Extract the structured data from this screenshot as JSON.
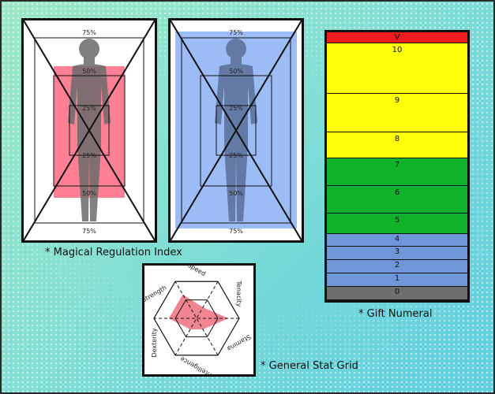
{
  "regulation": {
    "caption": "* Magical Regulation Index",
    "percent_labels": [
      "75%",
      "50%",
      "25%",
      "25%",
      "50%",
      "75%"
    ],
    "left_fill": "#ff7f95",
    "right_fill": "#9dbcf6"
  },
  "gift": {
    "caption": "* Gift Numeral",
    "rows": [
      {
        "label": "V",
        "color": "#ee1c1c"
      },
      {
        "label": "10",
        "color": "#ffff0a"
      },
      {
        "label": "9",
        "color": "#ffff0a"
      },
      {
        "label": "8",
        "color": "#ffff0a"
      },
      {
        "label": "7",
        "color": "#0eb32a"
      },
      {
        "label": "6",
        "color": "#0eb32a"
      },
      {
        "label": "5",
        "color": "#0eb32a"
      },
      {
        "label": "4",
        "color": "#6f96d8"
      },
      {
        "label": "3",
        "color": "#6f96d8"
      },
      {
        "label": "2",
        "color": "#6f96d8"
      },
      {
        "label": "1",
        "color": "#6f96d8"
      },
      {
        "label": "0",
        "color": "#6e6e6e"
      }
    ]
  },
  "stats": {
    "caption": "* General Stat Grid",
    "axes": [
      "Speed",
      "Tenacity",
      "Stamina",
      "Intelligence",
      "Dexterity",
      "Strength"
    ],
    "values": [
      0.3,
      0.75,
      0.3,
      0.3,
      0.65,
      0.65
    ],
    "fill": "#f07080"
  }
}
